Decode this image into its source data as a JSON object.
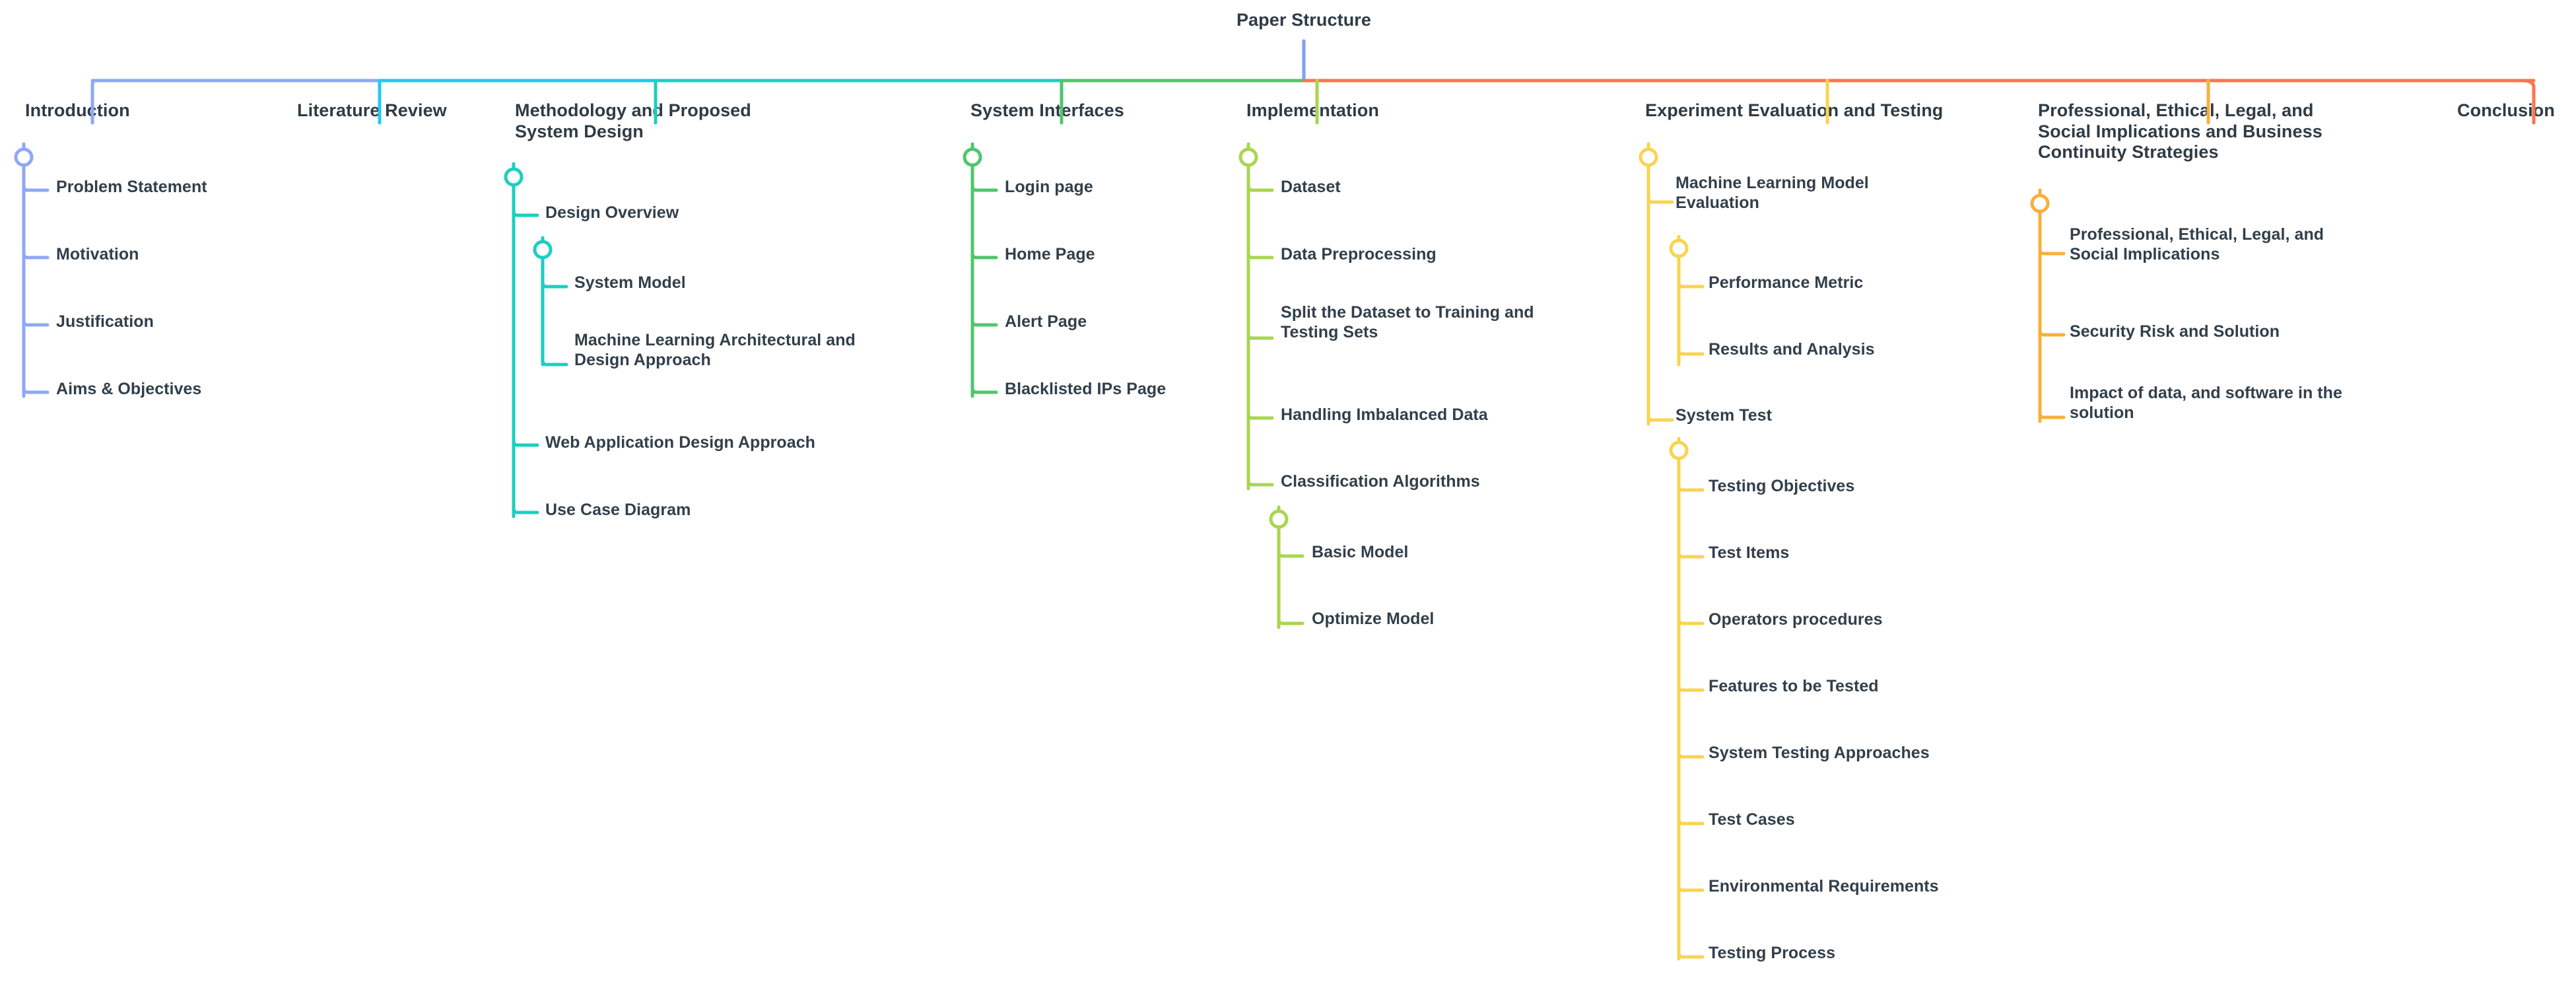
{
  "diagram": {
    "type": "mind-map",
    "orientation": "top-down-horizontal-spine",
    "root": {
      "label": "Paper Structure",
      "color": "#6f93f2"
    },
    "palette": {
      "introduction": "#8fa8f7",
      "literature_review": "#22c9f0",
      "methodology": "#1ccfc0",
      "system_interfaces": "#4fc66c",
      "implementation": "#a8d64f",
      "experiment": "#f9d44e",
      "professional": "#f7b03a",
      "conclusion": "#fa7552",
      "spine_left": "#8fa8f7",
      "text": "#2f3b45"
    },
    "branches": [
      {
        "id": "introduction",
        "label": "Introduction",
        "color": "#8fa8f7",
        "children": [
          {
            "label": "Problem Statement"
          },
          {
            "label": "Motivation"
          },
          {
            "label": "Justification"
          },
          {
            "label": "Aims & Objectives"
          }
        ]
      },
      {
        "id": "literature-review",
        "label": "Literature Review",
        "color": "#22c9f0",
        "children": []
      },
      {
        "id": "methodology",
        "label": "Methodology and Proposed\nSystem Design",
        "color": "#1ccfc0",
        "children": [
          {
            "label": "Design Overview",
            "children": [
              {
                "label": "System Model"
              },
              {
                "label": "Machine Learning Architectural and\nDesign Approach"
              }
            ]
          },
          {
            "label": "Web Application Design Approach"
          },
          {
            "label": "Use Case Diagram"
          }
        ]
      },
      {
        "id": "system-interfaces",
        "label": "System Interfaces",
        "color": "#4fc66c",
        "children": [
          {
            "label": "Login page"
          },
          {
            "label": "Home Page"
          },
          {
            "label": "Alert Page"
          },
          {
            "label": "Blacklisted IPs Page"
          }
        ]
      },
      {
        "id": "implementation",
        "label": "Implementation",
        "color": "#a8d64f",
        "children": [
          {
            "label": "Dataset"
          },
          {
            "label": "Data Preprocessing"
          },
          {
            "label": "Split the Dataset to Training and\nTesting Sets"
          },
          {
            "label": "Handling Imbalanced Data"
          },
          {
            "label": "Classification Algorithms",
            "children": [
              {
                "label": "Basic Model"
              },
              {
                "label": "Optimize Model"
              }
            ]
          }
        ]
      },
      {
        "id": "experiment",
        "label": "Experiment Evaluation and Testing",
        "color": "#f9d44e",
        "children": [
          {
            "label": "Machine Learning Model\nEvaluation",
            "children": [
              {
                "label": "Performance Metric"
              },
              {
                "label": "Results and Analysis"
              }
            ]
          },
          {
            "label": "System Test",
            "children": [
              {
                "label": "Testing Objectives"
              },
              {
                "label": "Test Items"
              },
              {
                "label": "Operators procedures"
              },
              {
                "label": "Features to be Tested"
              },
              {
                "label": "System Testing Approaches"
              },
              {
                "label": "Test Cases"
              },
              {
                "label": "Environmental Requirements"
              },
              {
                "label": "Testing Process"
              }
            ]
          }
        ]
      },
      {
        "id": "professional",
        "label": "Professional, Ethical, Legal, and\nSocial Implications and Business\nContinuity Strategies",
        "color": "#f7b03a",
        "children": [
          {
            "label": "Professional, Ethical, Legal, and\nSocial Implications"
          },
          {
            "label": "Security Risk and Solution"
          },
          {
            "label": "Impact of data, and software in the\nsolution"
          }
        ]
      },
      {
        "id": "conclusion",
        "label": "Conclusion",
        "color": "#fa7552",
        "children": []
      }
    ]
  }
}
